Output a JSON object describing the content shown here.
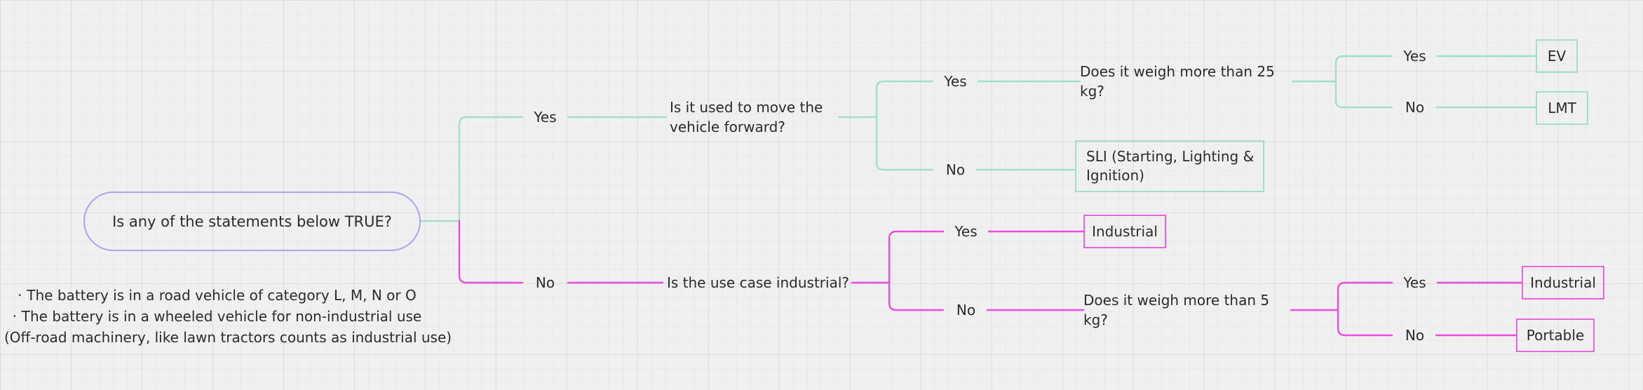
{
  "colors": {
    "background": "#f0f0f0",
    "teal_branch": "#9fe0cd",
    "pink_branch": "#ee4ce0",
    "start_node_border": "#a6a6f0",
    "text": "#2b2b2b"
  },
  "start": {
    "label": "Is any of the statements below TRUE?"
  },
  "note": {
    "bullets": [
      "The battery is in a road vehicle of category L, M, N or O",
      "The battery is in a wheeled vehicle for non-industrial use"
    ],
    "footnote": "(Off-road machinery, like lawn tractors counts as industrial use)"
  },
  "decisions": {
    "move_vehicle": "Is it used to move the\nvehicle forward?",
    "weigh_25": "Does it weigh more than 25 kg?",
    "use_case_industrial": "Is the use case industrial?",
    "weigh_5": "Does it weigh more than 5 kg?"
  },
  "outcomes": {
    "ev": "EV",
    "lmt": "LMT",
    "sli": "SLI (Starting, Lighting &\nIgnition)",
    "industrial_upper": "Industrial",
    "industrial_lower": "Industrial",
    "portable": "Portable"
  },
  "edge_labels": {
    "start_yes": "Yes",
    "start_no": "No",
    "move_yes": "Yes",
    "move_no": "No",
    "weigh25_yes": "Yes",
    "weigh25_no": "No",
    "industrial_yes": "Yes",
    "industrial_no": "No",
    "weigh5_yes": "Yes",
    "weigh5_no": "No"
  }
}
